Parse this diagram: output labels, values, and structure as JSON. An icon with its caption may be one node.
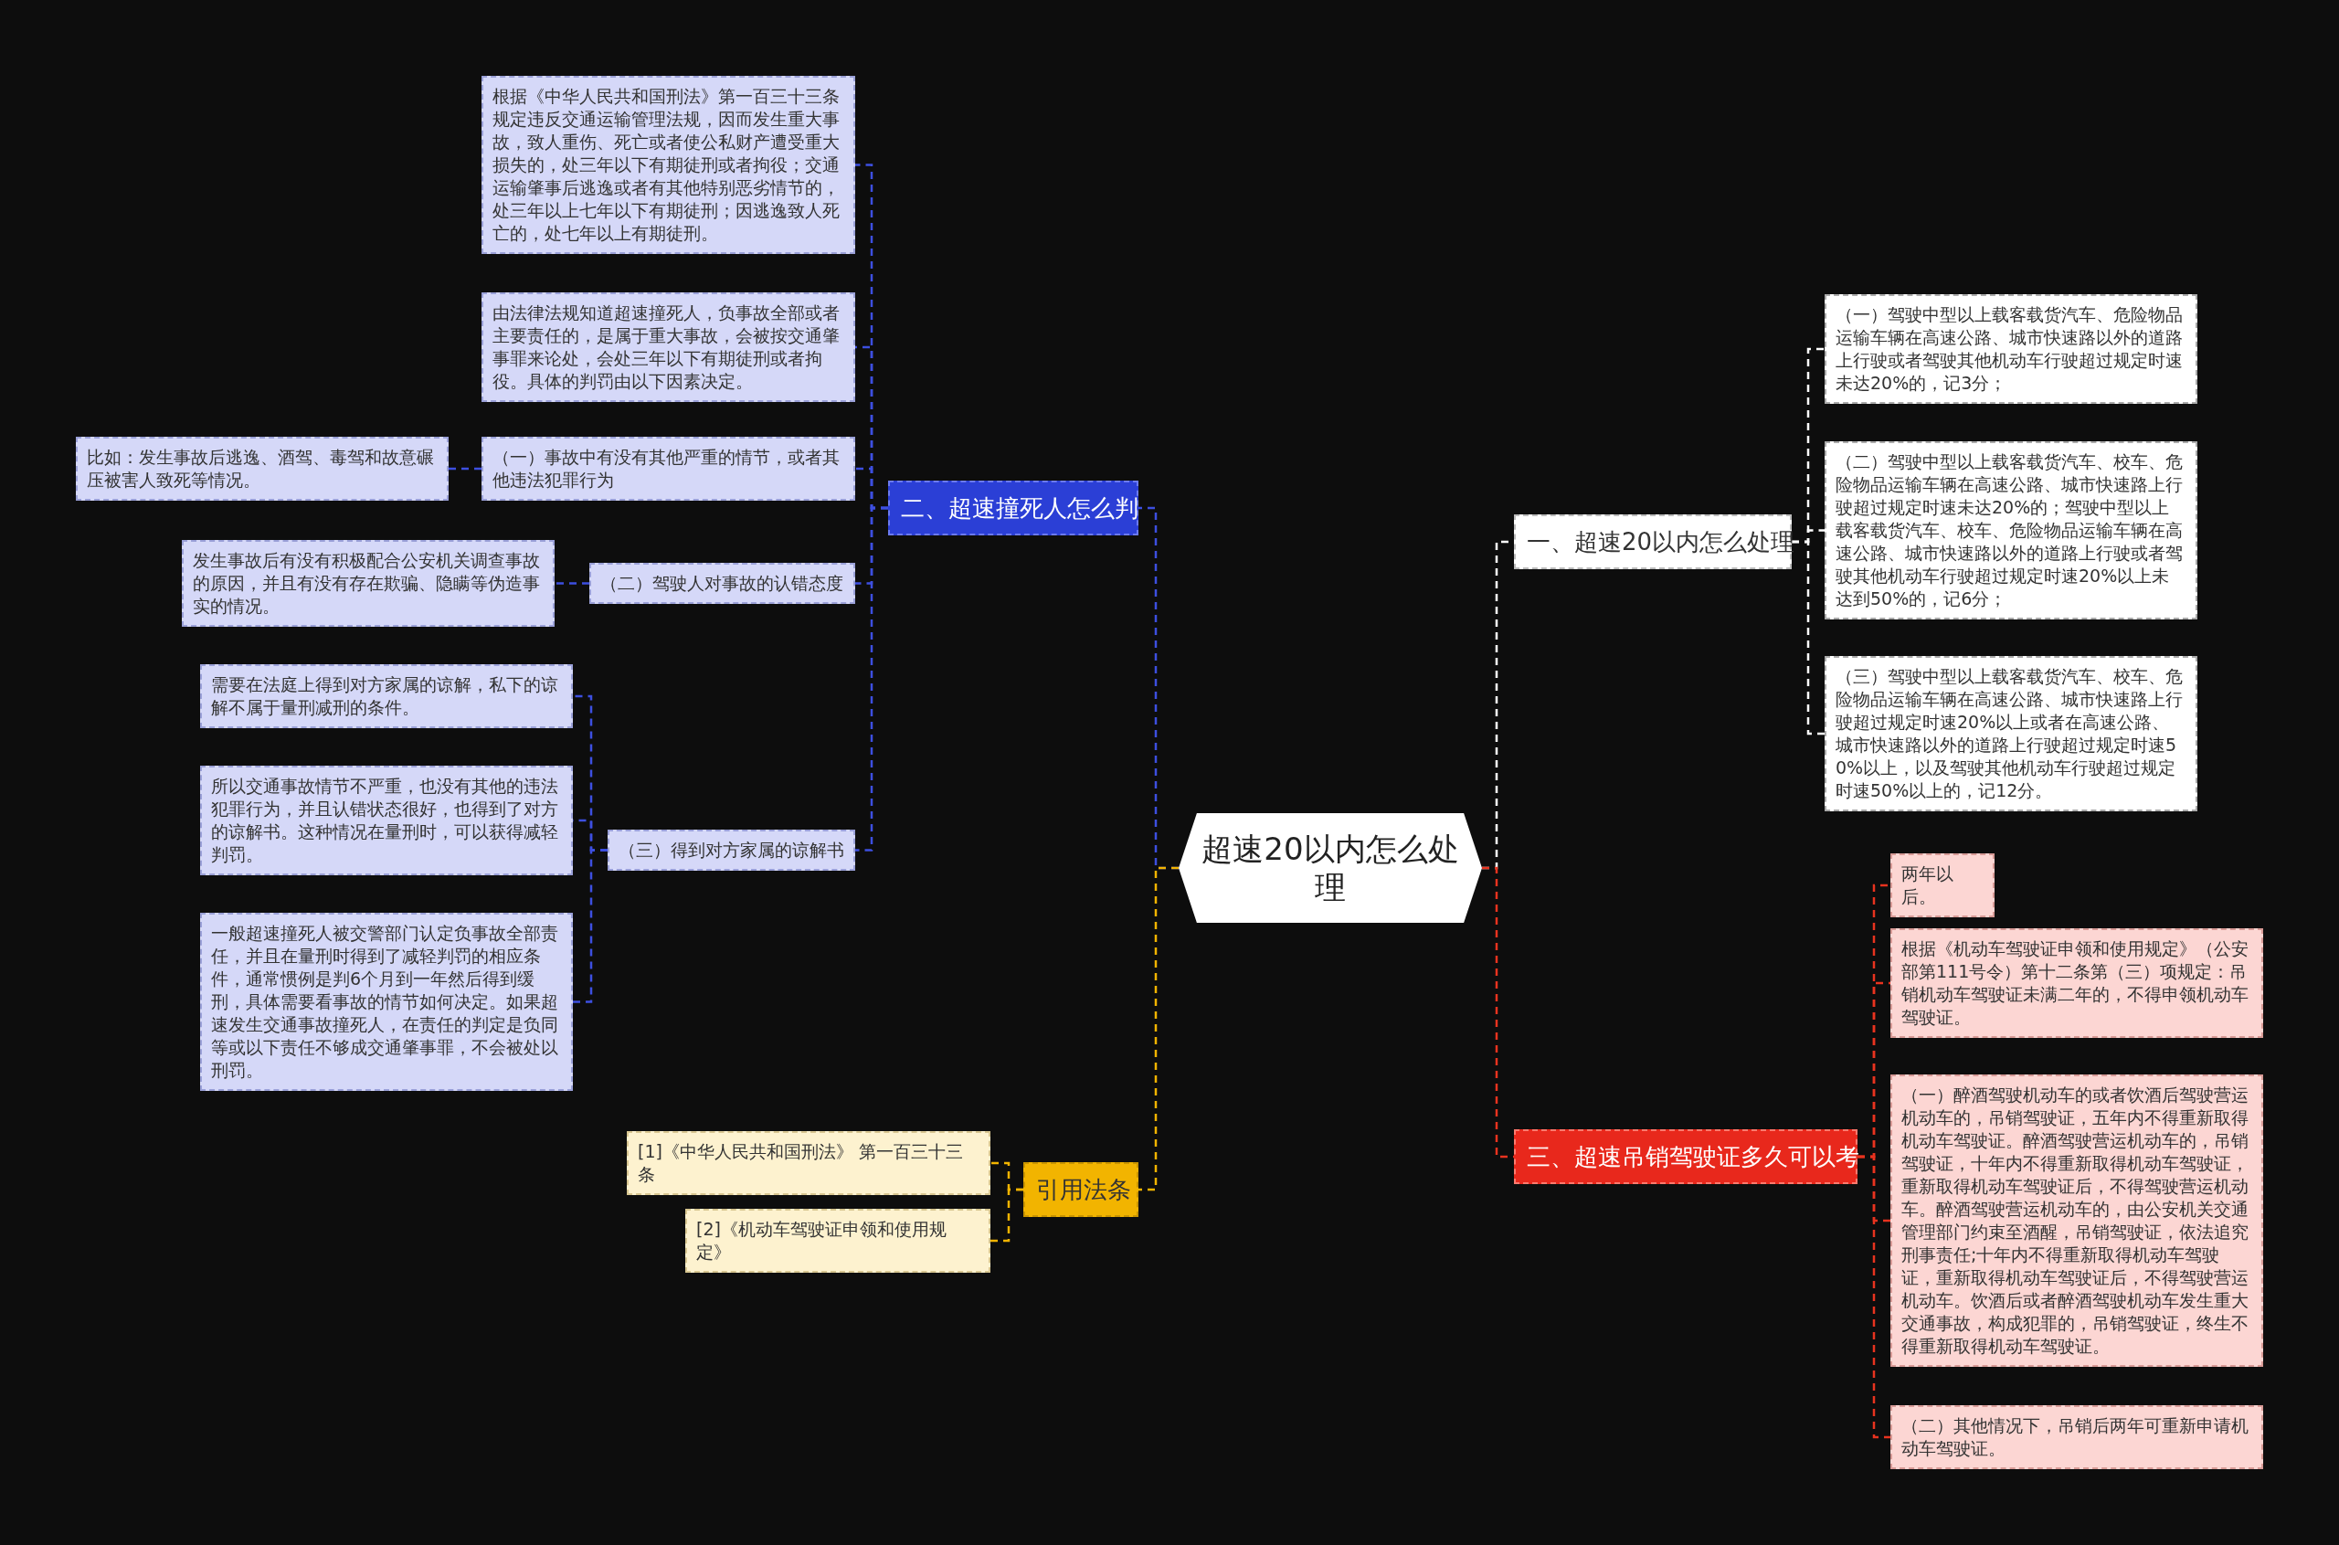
{
  "diagram": {
    "nodes": [
      {
        "text": [
          "超速20以内怎么处理"
        ]
      },
      {
        "text": [
          "二、超速撞死人怎么判"
        ]
      },
      {
        "text": [
          "根据《中华人民共和国刑法》第一百三十三条规定违反交通运输管理法规，因而发生重大事故，致人重伤、死亡或者使公私财产遭受重大损失的，处三年以下有期徒刑或者拘役；交通运输肇事后逃逸或者有其他特别恶劣情节的，处三年以上七年以下有期徒刑；因逃逸致人死亡的，处七年以上有期徒刑。"
        ]
      },
      {
        "text": [
          "由法律法规知道超速撞死人，负事故全部或者主要责任的，是属于重大事故，会被按交通肇事罪来论处，会处三年以下有期徒刑或者拘役。具体的判罚由以下因素决定。"
        ]
      },
      {
        "text": [
          "（一）事故中有没有其他严重的情节，或者其他违法犯罪行为"
        ]
      },
      {
        "text": [
          "比如：发生事故后逃逸、酒驾、毒驾和故意碾压被害人致死等情况。"
        ]
      },
      {
        "text": [
          "（二）驾驶人对事故的认错态度"
        ]
      },
      {
        "text": [
          "发生事故后有没有积极配合公安机关调查事故的原因，并且有没有存在欺骗、隐瞒等伪造事实的情况。"
        ]
      },
      {
        "text": [
          "（三）得到对方家属的谅解书"
        ]
      },
      {
        "text": [
          "需要在法庭上得到对方家属的谅解，私下的谅解不属于量刑减刑的条件。"
        ]
      },
      {
        "text": [
          "所以交通事故情节不严重，也没有其他的违法犯罪行为，并且认错状态很好，也得到了对方的谅解书。这种情况在量刑时，可以获得减轻判罚。"
        ]
      },
      {
        "text": [
          "一般超速撞死人被交警部门认定负事故全部责任，并且在量刑时得到了减轻判罚的相应条件，通常惯例是判6个月到一年然后得到缓刑，具体需要看事故的情节如何决定。如果超速发生交通事故撞死人，在责任的判定是负同等或以下责任不够成交通肇事罪，不会被处以刑罚。"
        ]
      },
      {
        "text": [
          "引用法条"
        ]
      },
      {
        "text": [
          "[1]《中华人民共和国刑法》 第一百三十三条"
        ]
      },
      {
        "text": [
          "[2]《机动车驾驶证申领和使用规定》"
        ]
      },
      {
        "text": [
          "一、超速20以内怎么处理"
        ]
      },
      {
        "text": [
          "（一）驾驶中型以上载客载货汽车、危险物品运输车辆在高速公路、城市快速路以外的道路上行驶或者驾驶其他机动车行驶超过规定时速未达20%的，记3分；"
        ]
      },
      {
        "text": [
          "（二）驾驶中型以上载客载货汽车、校车、危险物品运输车辆在高速公路、城市快速路上行驶超过规定时速未达20%的；驾驶中型以上载客载货汽车、校车、危险物品运输车辆在高速公路、城市快速路以外的道路上行驶或者驾驶其他机动车行驶超过规定时速20%以上未达到50%的，记6分；"
        ]
      },
      {
        "text": [
          "（三）驾驶中型以上载客载货汽车、校车、危险物品运输车辆在高速公路、城市快速路上行驶超过规定时速20%以上或者在高速公路、城市快速路以外的道路上行驶超过规定时速50%以上，以及驾驶其他机动车行驶超过规定时速50%以上的，记12分。"
        ]
      },
      {
        "text": [
          "三、超速吊销驾驶证多久可以考"
        ]
      },
      {
        "text": [
          "两年以后。"
        ]
      },
      {
        "text": [
          "根据《机动车驾驶证申领和使用规定》（公安部第111号令）第十二条第（三）项规定：吊销机动车驾驶证未满二年的，不得申领机动车驾驶证。"
        ]
      },
      {
        "text": [
          "（一）醉酒驾驶机动车的或者饮酒后驾驶营运机动车的，吊销驾驶证，五年内不得重新取得机动车驾驶证。醉酒驾驶营运机动车的，吊销驾驶证，十年内不得重新取得机动车驾驶证，重新取得机动车驾驶证后，不得驾驶营运机动车。醉酒驾驶营运机动车的，由公安机关交通管理部门约束至酒醒，吊销驾驶证，依法追究刑事责任;十年内不得重新取得机动车驾驶证，重新取得机动车驾驶证后，不得驾驶营运机动车。饮酒后或者醉酒驾驶机动车发生重大交通事故，构成犯罪的，吊销驾驶证，终生不得重新取得机动车驾驶证。"
        ]
      },
      {
        "text": [
          "（二）其他情况下，吊销后两年可重新申请机动车驾驶证。"
        ]
      }
    ],
    "edges": [
      {
        "from": 0,
        "to": 1,
        "arrow": "none",
        "color": "#3d4fe0"
      },
      {
        "from": 1,
        "to": 2,
        "arrow": "none",
        "color": "#3d4fe0"
      },
      {
        "from": 1,
        "to": 3,
        "arrow": "none",
        "color": "#3d4fe0"
      },
      {
        "from": 1,
        "to": 4,
        "arrow": "none",
        "color": "#3d4fe0"
      },
      {
        "from": 4,
        "to": 5,
        "arrow": "none",
        "color": "#3d4fe0"
      },
      {
        "from": 1,
        "to": 6,
        "arrow": "none",
        "color": "#3d4fe0"
      },
      {
        "from": 6,
        "to": 7,
        "arrow": "none",
        "color": "#3d4fe0"
      },
      {
        "from": 1,
        "to": 8,
        "arrow": "none",
        "color": "#3d4fe0"
      },
      {
        "from": 8,
        "to": 9,
        "arrow": "none",
        "color": "#3d4fe0"
      },
      {
        "from": 8,
        "to": 10,
        "arrow": "none",
        "color": "#3d4fe0"
      },
      {
        "from": 8,
        "to": 11,
        "arrow": "none",
        "color": "#3d4fe0"
      },
      {
        "from": 0,
        "to": 12,
        "arrow": "none",
        "color": "#f2b400"
      },
      {
        "from": 12,
        "to": 13,
        "arrow": "none",
        "color": "#f2b400"
      },
      {
        "from": 12,
        "to": 14,
        "arrow": "none",
        "color": "#f2b400"
      },
      {
        "from": 0,
        "to": 15,
        "arrow": "none",
        "color": "#ffffff"
      },
      {
        "from": 15,
        "to": 16,
        "arrow": "none",
        "color": "#ffffff"
      },
      {
        "from": 15,
        "to": 17,
        "arrow": "none",
        "color": "#ffffff"
      },
      {
        "from": 15,
        "to": 18,
        "arrow": "none",
        "color": "#ffffff"
      },
      {
        "from": 0,
        "to": 19,
        "arrow": "none",
        "color": "#e8331f"
      },
      {
        "from": 19,
        "to": 20,
        "arrow": "none",
        "color": "#e8331f"
      },
      {
        "from": 19,
        "to": 21,
        "arrow": "none",
        "color": "#e8331f"
      },
      {
        "from": 19,
        "to": 22,
        "arrow": "none",
        "color": "#e8331f"
      },
      {
        "from": 19,
        "to": 23,
        "arrow": "none",
        "color": "#e8331f"
      }
    ]
  }
}
